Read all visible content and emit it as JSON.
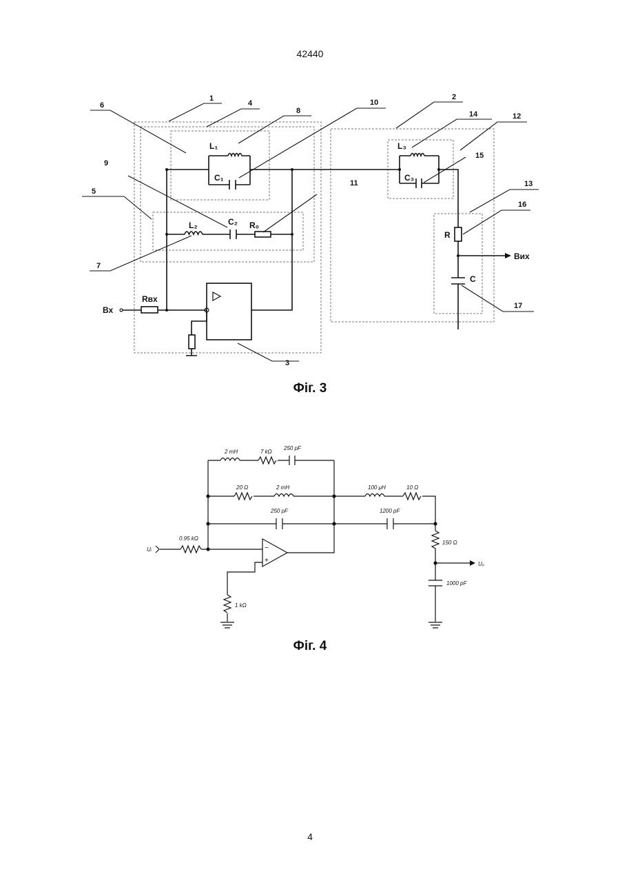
{
  "page": {
    "number_top": "42440",
    "number_bottom": "4"
  },
  "fig3": {
    "caption": "Фіг. 3",
    "labels": {
      "input": "Вх",
      "output": "Вих",
      "r_in": "Rвх",
      "l1": "L₁",
      "c1": "C₁",
      "l2": "L₂",
      "c2": "C₂",
      "r0": "R₀",
      "l3": "L₃",
      "c3": "C₃",
      "r": "R",
      "c": "C"
    },
    "callouts": [
      "1",
      "2",
      "3",
      "4",
      "5",
      "6",
      "7",
      "8",
      "9",
      "10",
      "11",
      "12",
      "13",
      "14",
      "15",
      "16",
      "17"
    ]
  },
  "fig4": {
    "caption": "Фіг. 4",
    "values": {
      "l_top": "2 mH",
      "r_top": "7 kΩ",
      "c_top": "250 pF",
      "r_mid": "20 Ω",
      "l_mid": "2 mH",
      "c_low": "250 pF",
      "l_out": "100 μH",
      "r_out": "10 Ω",
      "c_out": "1200 pF",
      "r_in": "0.95 kΩ",
      "r_gnd": "1 kΩ",
      "r_load": "150 Ω",
      "c_load": "1000 pF"
    },
    "labels": {
      "input": "Uᵢ",
      "output": "Uₒ",
      "minus": "−",
      "plus": "+"
    }
  }
}
